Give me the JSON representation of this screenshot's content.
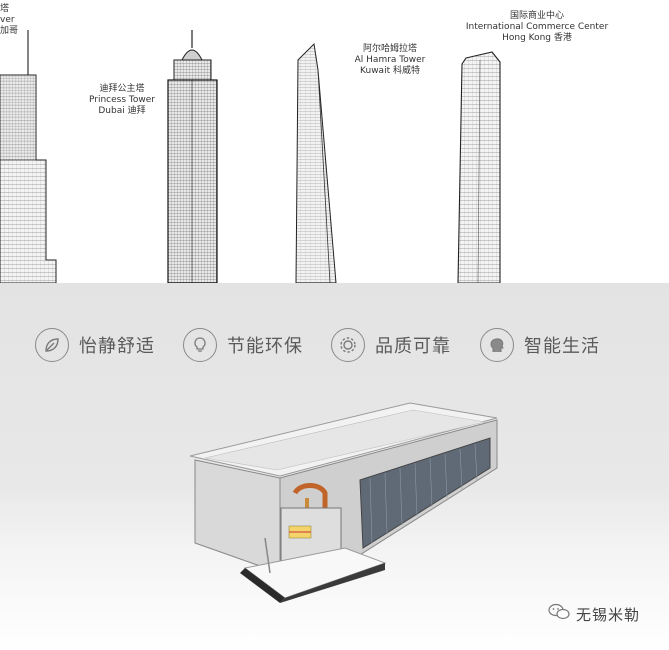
{
  "buildings": [
    {
      "id": "trump",
      "lines": [
        "塔",
        "ver",
        "加哥"
      ]
    },
    {
      "id": "princess",
      "lines": [
        "迪拜公主塔",
        "Princess Tower",
        "Dubai 迪拜"
      ]
    },
    {
      "id": "alhamra",
      "lines": [
        "阿尔哈姆拉塔",
        "Al Hamra  Tower",
        "Kuwait 科威特"
      ]
    },
    {
      "id": "icc",
      "lines": [
        "国际商业中心",
        "International Commerce Center",
        "Hong Kong 香港"
      ]
    }
  ],
  "features": [
    {
      "icon": "leaf-icon",
      "label": "怡静舒适"
    },
    {
      "icon": "lightbulb-icon",
      "label": "节能环保"
    },
    {
      "icon": "gear-icon",
      "label": "品质可靠"
    },
    {
      "icon": "brain-head-icon",
      "label": "智能生活"
    }
  ],
  "brand": {
    "icon": "wechat-icon",
    "name": "无锡米勒"
  },
  "product": {
    "name": "fan-coil-unit"
  }
}
